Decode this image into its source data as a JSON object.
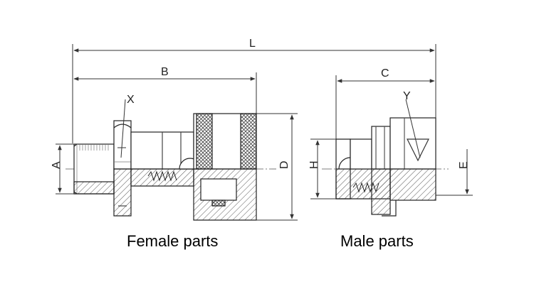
{
  "dimensions": {
    "L": "L",
    "B": "B",
    "C": "C",
    "D": "D",
    "A": "A",
    "H": "H",
    "E": "E",
    "X": "X",
    "Y": "Y"
  },
  "captions": {
    "female": "Female parts",
    "male": "Male parts"
  }
}
